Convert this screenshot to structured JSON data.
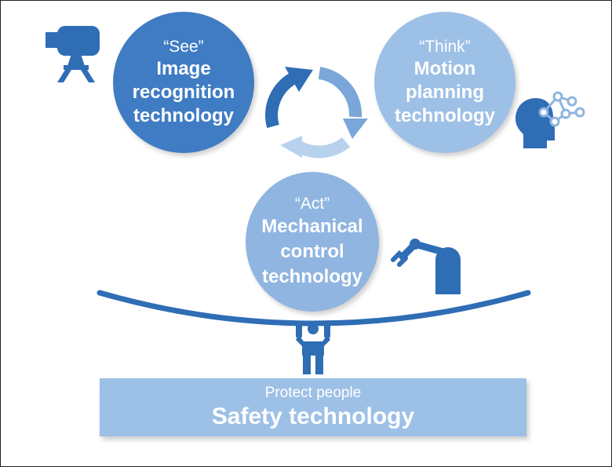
{
  "see": {
    "quote": "“See”",
    "line1": "Image",
    "line2": "recognition",
    "line3": "technology"
  },
  "think": {
    "quote": "“Think”",
    "line1": "Motion",
    "line2": "planning",
    "line3": "technology"
  },
  "act": {
    "quote": "“Act”",
    "line1": "Mechanical",
    "line2": "control",
    "line3": "technology"
  },
  "safety": {
    "subtitle": "Protect people",
    "title": "Safety technology"
  },
  "colors": {
    "dark_blue": "#3f7cc4",
    "mid_blue": "#2f6db5",
    "light_blue": "#9dc0e6",
    "act_blue": "#8fb5e0"
  },
  "icons": [
    "camera-icon",
    "brain-network-icon",
    "robot-arm-icon",
    "person-lifting-icon",
    "cycle-arrows-icon"
  ]
}
